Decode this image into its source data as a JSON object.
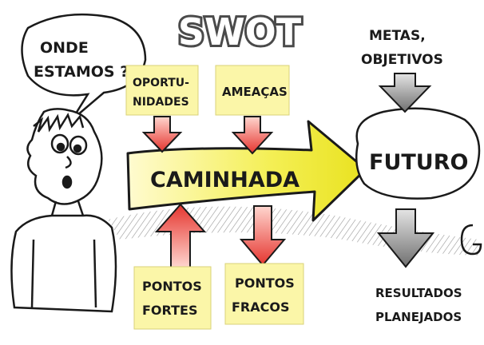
{
  "title": "SWOT",
  "speech_line1": "ONDE",
  "speech_line2": "ESTAMOS ?",
  "opportunities_line1": "OPORTU-",
  "opportunities_line2": "NIDADES",
  "threats": "AMEAÇAS",
  "strengths_line1": "PONTOS",
  "strengths_line2": "FORTES",
  "weaknesses_line1": "PONTOS",
  "weaknesses_line2": "FRACOS",
  "path": "CAMINHADA",
  "future": "FUTURO",
  "goals_line1": "METAS,",
  "goals_line2": "OBJETIVOS",
  "results_line1": "RESULTADOS",
  "results_line2": "PLANEJADOS",
  "colors": {
    "sticky_note": "#fbf6a8",
    "arrow_yellow": "#f3f04a",
    "arrow_red": "#e7332f",
    "arrow_gray": "#8c8c8c",
    "title_fill": "#f2f2f2"
  }
}
